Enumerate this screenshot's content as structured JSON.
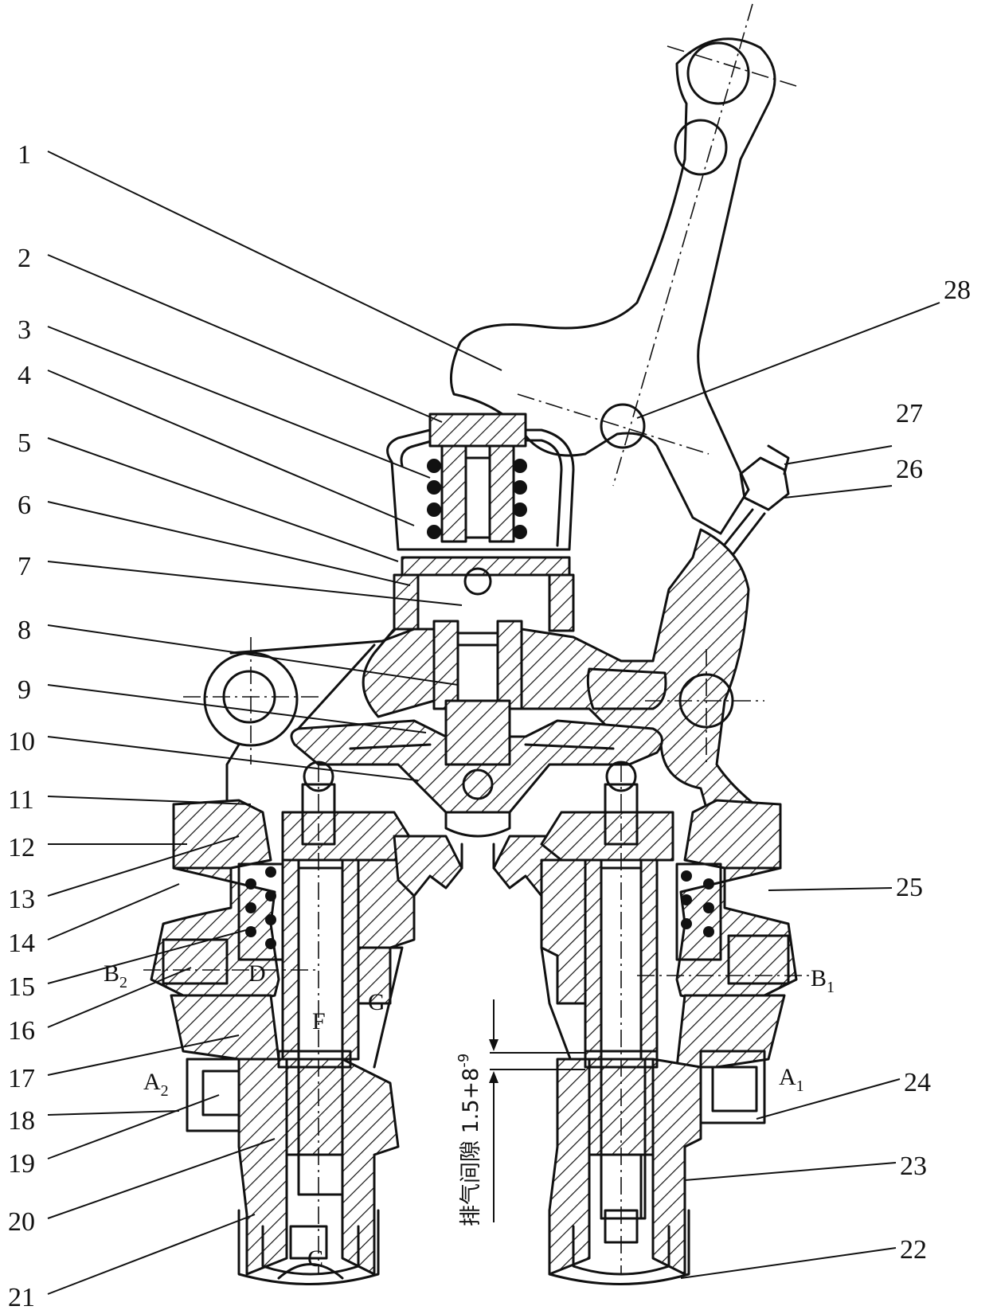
{
  "callouts": {
    "c1": "1",
    "c2": "2",
    "c3": "3",
    "c4": "4",
    "c5": "5",
    "c6": "6",
    "c7": "7",
    "c8": "8",
    "c9": "9",
    "c10": "10",
    "c11": "11",
    "c12": "12",
    "c13": "13",
    "c14": "14",
    "c15": "15",
    "c16": "16",
    "c17": "17",
    "c18": "18",
    "c19": "19",
    "c20": "20",
    "c21": "21",
    "c22": "22",
    "c23": "23",
    "c24": "24",
    "c25": "25",
    "c26": "26",
    "c27": "27",
    "c28": "28"
  },
  "ports": {
    "B2": {
      "letter": "B",
      "sub": "2"
    },
    "B1": {
      "letter": "B",
      "sub": "1"
    },
    "A2": {
      "letter": "A",
      "sub": "2"
    },
    "A1": {
      "letter": "A",
      "sub": "1"
    },
    "C": "C",
    "D": "D",
    "F": "F",
    "G": "G"
  },
  "exhaust_gap_note": "排气间隙 1.5+8",
  "exhaust_gap_sup": "-9"
}
